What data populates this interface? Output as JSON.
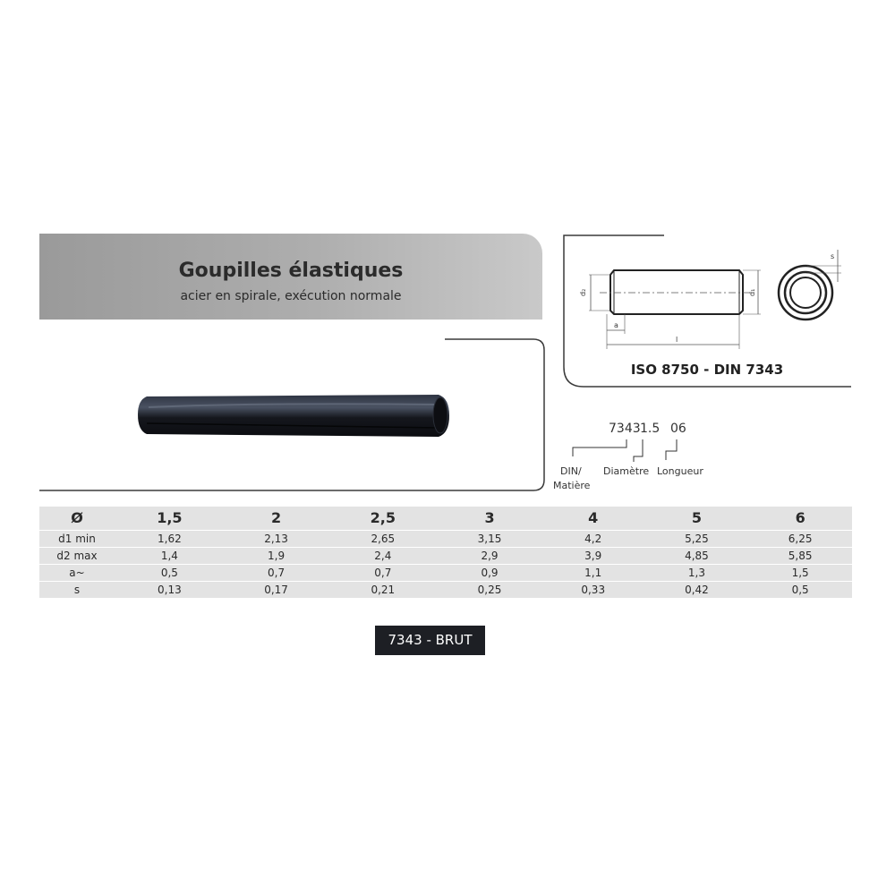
{
  "header": {
    "title": "Goupilles élastiques",
    "subtitle": "acier en spirale, exécution normale"
  },
  "drawing": {
    "norm": "ISO 8750 - DIN 7343",
    "dim_d2": "d₂",
    "dim_d1": "d₁",
    "dim_a": "a",
    "dim_l": "l",
    "dim_s": "s"
  },
  "order_code": {
    "part1": "7343",
    "part2": "1.5",
    "part3": "06",
    "label_din": "DIN/",
    "label_matiere": "Matière",
    "label_diametre": "Diamètre",
    "label_longueur": "Longueur"
  },
  "table": {
    "header": [
      "Ø",
      "1,5",
      "2",
      "2,5",
      "3",
      "4",
      "5",
      "6"
    ],
    "rows": [
      [
        "d1 min",
        "1,62",
        "2,13",
        "2,65",
        "3,15",
        "4,2",
        "5,25",
        "6,25"
      ],
      [
        "d2 max",
        "1,4",
        "1,9",
        "2,4",
        "2,9",
        "3,9",
        "4,85",
        "5,85"
      ],
      [
        "a~",
        "0,5",
        "0,7",
        "0,7",
        "0,9",
        "1,1",
        "1,3",
        "1,5"
      ],
      [
        "s",
        "0,13",
        "0,17",
        "0,21",
        "0,25",
        "0,33",
        "0,42",
        "0,5"
      ]
    ]
  },
  "badge": {
    "label": "7343 - BRUT"
  },
  "colors": {
    "banner": "#aeaeae",
    "table_bg": "#e3e3e3",
    "badge_bg": "#1d1f24",
    "pin": "#1a1d26"
  }
}
